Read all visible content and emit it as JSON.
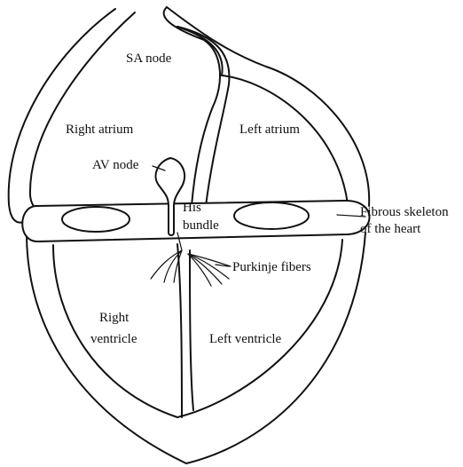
{
  "labels": {
    "sa_node": "SA node",
    "right_atrium": "Right atrium",
    "left_atrium": "Left atrium",
    "av_node": "AV node",
    "his_line1": "His",
    "his_line2": "bundle",
    "fibrous_line1": "Fibrous skeleton",
    "fibrous_line2": "of the heart",
    "purkinje": "Purkinje fibers",
    "right_ventricle_line1": "Right",
    "right_ventricle_line2": "ventricle",
    "left_ventricle": "Left ventricle"
  }
}
